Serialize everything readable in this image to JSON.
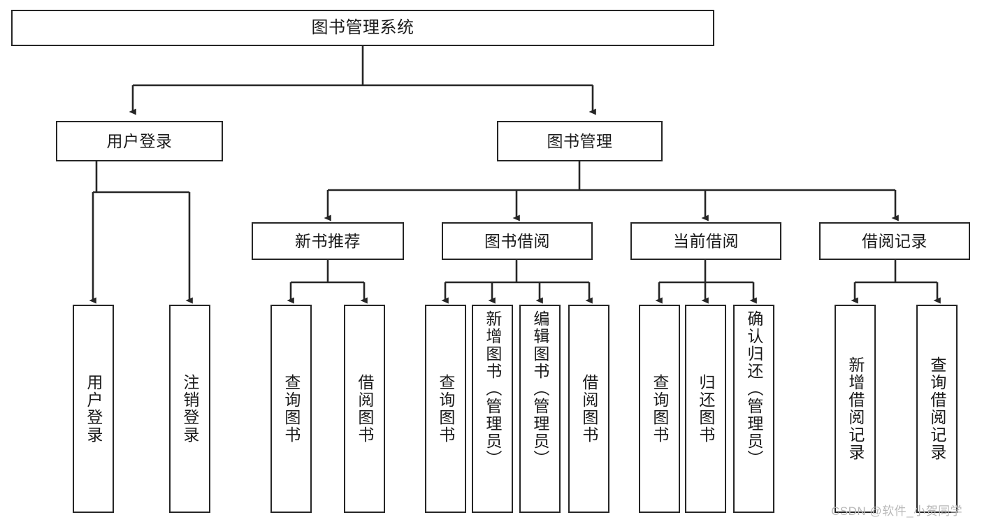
{
  "diagram": {
    "title": "图书管理系统",
    "type": "tree-hierarchy-chart",
    "watermark": "CSDN @软件_小贺同学",
    "colors": {
      "box_border": "#262626",
      "box_fill": "#ffffff",
      "edge": "#262626",
      "text": "#1a1a1a",
      "watermark": "#b8b8b8"
    },
    "levels": {
      "root": {
        "label": "图书管理系统"
      },
      "level2": [
        {
          "id": "user-login",
          "label": "用户登录"
        },
        {
          "id": "book-manage",
          "label": "图书管理"
        }
      ],
      "level3": [
        {
          "id": "new-book-rec",
          "label": "新书推荐",
          "parent": "book-manage"
        },
        {
          "id": "book-borrow",
          "label": "图书借阅",
          "parent": "book-manage"
        },
        {
          "id": "current-borrow",
          "label": "当前借阅",
          "parent": "book-manage"
        },
        {
          "id": "borrow-record",
          "label": "借阅记录",
          "parent": "book-manage"
        }
      ],
      "leaves": [
        {
          "id": "leaf-user-login",
          "label": "用户登录",
          "parent": "user-login"
        },
        {
          "id": "leaf-logout-login",
          "label": "注销登录",
          "parent": "user-login"
        },
        {
          "id": "leaf-query-book-1",
          "label": "查询图书",
          "parent": "new-book-rec"
        },
        {
          "id": "leaf-borrow-book-1",
          "label": "借阅图书",
          "parent": "new-book-rec"
        },
        {
          "id": "leaf-query-book-2",
          "label": "查询图书",
          "parent": "book-borrow"
        },
        {
          "id": "leaf-add-book",
          "label": "新增图书（管理员）",
          "parent": "book-borrow"
        },
        {
          "id": "leaf-edit-book",
          "label": "编辑图书（管理员）",
          "parent": "book-borrow"
        },
        {
          "id": "leaf-borrow-book-2",
          "label": "借阅图书",
          "parent": "book-borrow"
        },
        {
          "id": "leaf-query-book-3",
          "label": "查询图书",
          "parent": "current-borrow"
        },
        {
          "id": "leaf-return-book",
          "label": "归还图书",
          "parent": "current-borrow"
        },
        {
          "id": "leaf-confirm-return",
          "label": "确认归还（管理员）",
          "parent": "current-borrow"
        },
        {
          "id": "leaf-add-record",
          "label": "新增借阅记录",
          "parent": "borrow-record"
        },
        {
          "id": "leaf-query-record",
          "label": "查询借阅记录",
          "parent": "borrow-record"
        }
      ]
    }
  }
}
